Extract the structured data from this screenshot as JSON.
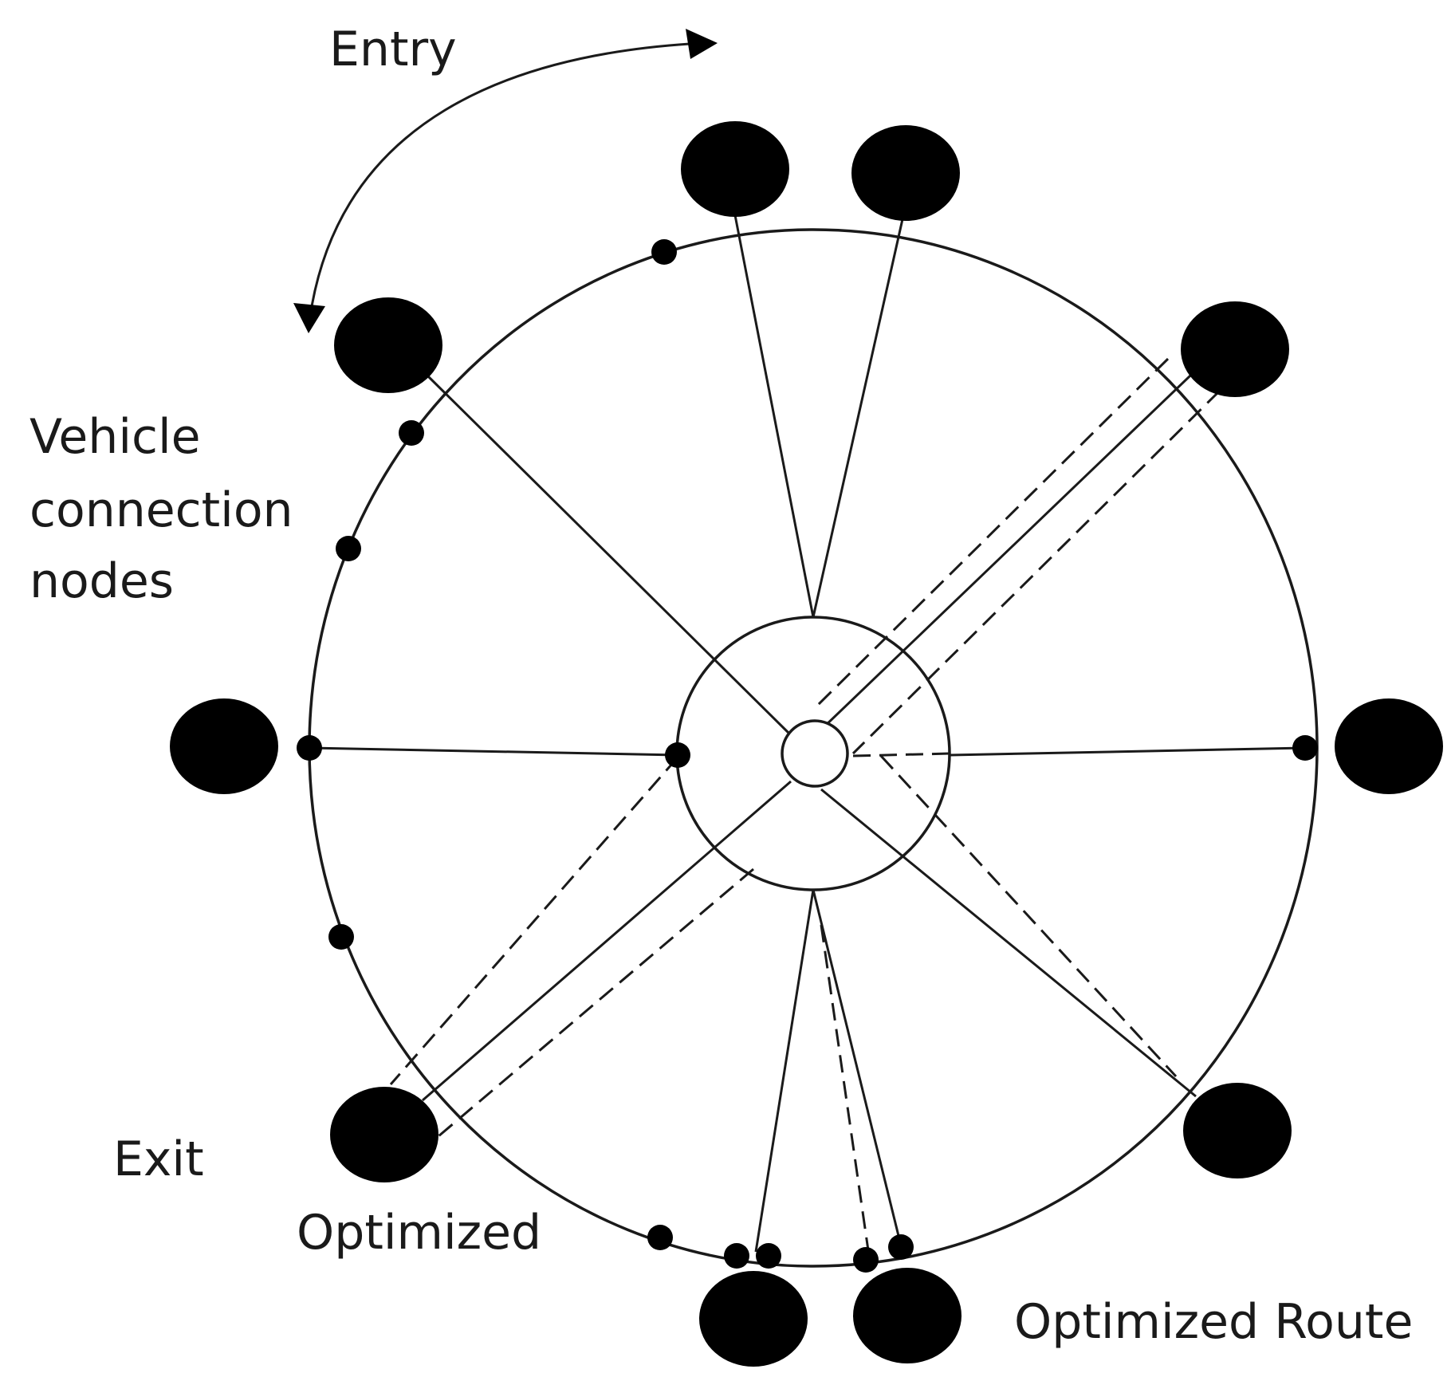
{
  "labels": {
    "entry": "Entry",
    "vehicle_nodes": [
      "Vehicle",
      "connection",
      "nodes"
    ],
    "exit": "Exit",
    "optimized": "Optimized",
    "optimized_route": "Optimized Route"
  },
  "colors": {
    "ink": "#000000",
    "line": "#1a1a1a",
    "background": "#ffffff"
  }
}
